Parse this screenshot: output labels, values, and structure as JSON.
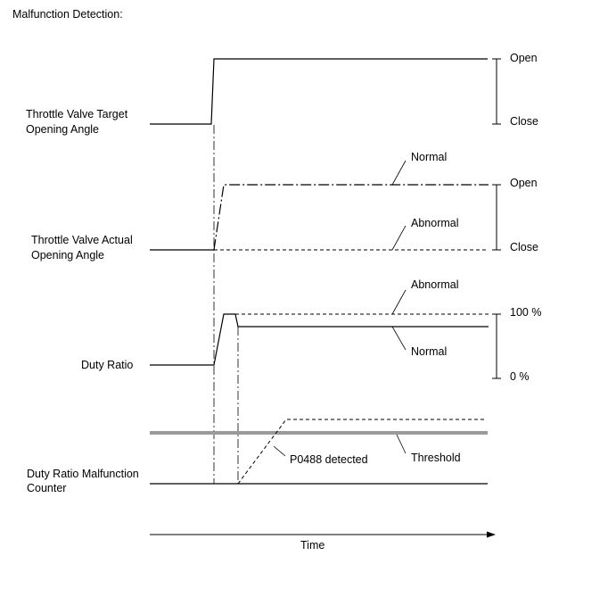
{
  "title": "Malfunction Detection:",
  "signals": {
    "target": {
      "label_line1": "Throttle Valve Target",
      "label_line2": "Opening Angle",
      "top_label": "Open",
      "bottom_label": "Close"
    },
    "actual": {
      "label_line1": "Throttle Valve Actual",
      "label_line2": "Opening Angle",
      "top_label": "Open",
      "bottom_label": "Close",
      "normal_label": "Normal",
      "abnormal_label": "Abnormal"
    },
    "duty": {
      "label": "Duty Ratio",
      "top_label": "100 %",
      "bottom_label": "0 %",
      "normal_label": "Normal",
      "abnormal_label": "Abnormal"
    },
    "counter": {
      "label_line1": "Duty Ratio Malfunction",
      "label_line2": "Counter",
      "threshold_label": "Threshold",
      "detected_label": "P0488 detected"
    }
  },
  "time_axis": {
    "label": "Time"
  }
}
